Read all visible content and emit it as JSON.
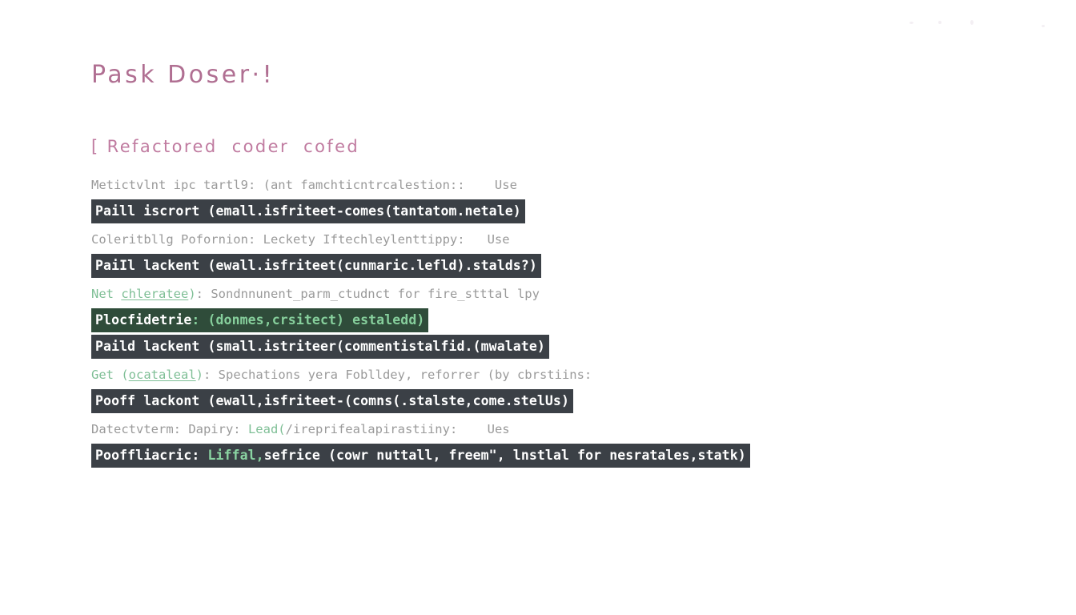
{
  "document": {
    "title": "Pask Doser·!",
    "subtitle": "[ Refactored  coder  cofed",
    "heading_color": "#b06f92",
    "bar_color": "#3b4046",
    "bar_green_color": "#2f4c3a",
    "text_gray": "#9a9a9a",
    "accent_green": "#7fbf96"
  },
  "lines": [
    {
      "id": "line-1",
      "kind": "plain",
      "segments": [
        {
          "text": "Metictvlnt ipc tartl9: (ant famchticntrcalestion::    ",
          "style": "gray"
        },
        {
          "text": "Use",
          "style": "gray"
        }
      ]
    },
    {
      "id": "line-2",
      "kind": "bar",
      "segments": [
        {
          "text": "Paill iscrort (emall.isfriteet-comes(tantatom.netale)",
          "style": "white"
        }
      ]
    },
    {
      "id": "line-3",
      "kind": "plain",
      "segments": [
        {
          "text": "Coleritbllg Pofornion: Leckety Iftechleylenttippy:   ",
          "style": "gray"
        },
        {
          "text": "Use",
          "style": "gray"
        }
      ]
    },
    {
      "id": "line-4",
      "kind": "bar",
      "segments": [
        {
          "text": "PaiIl lackent (ewall.isfriteet(cunmaric.lefld).stalds?)",
          "style": "white"
        }
      ]
    },
    {
      "id": "line-5",
      "kind": "plain",
      "segments": [
        {
          "text": "Net ",
          "style": "green"
        },
        {
          "text": "chleratee",
          "style": "green-link"
        },
        {
          "text": ")",
          "style": "green"
        },
        {
          "text": ": Sondnnunent_parm_ctudnct for fire_stttal lpy",
          "style": "gray"
        }
      ]
    },
    {
      "id": "line-6",
      "kind": "bar-green",
      "segments": [
        {
          "text": "Plocfidetrie",
          "style": "white"
        },
        {
          "text": ": (donmes,crsitect) estaledd)",
          "style": "green"
        }
      ]
    },
    {
      "id": "line-7",
      "kind": "bar",
      "segments": [
        {
          "text": "Paild lackent (small.istriteer(commentistalfid.(mwalate)",
          "style": "white"
        }
      ]
    },
    {
      "id": "line-8",
      "kind": "plain",
      "segments": [
        {
          "text": "Get (",
          "style": "green"
        },
        {
          "text": "ocataleal",
          "style": "green-link"
        },
        {
          "text": ")",
          "style": "green"
        },
        {
          "text": ": Spechations yera Foblldey, reforrer (by cbrstiins:",
          "style": "gray"
        }
      ]
    },
    {
      "id": "line-9",
      "kind": "bar",
      "segments": [
        {
          "text": "Pooff lackont (ewall,isfriteet-(comns(.stalste,come.stelUs)",
          "style": "white"
        }
      ]
    },
    {
      "id": "line-10",
      "kind": "plain",
      "segments": [
        {
          "text": "Datectvterm: Dapiry: ",
          "style": "gray"
        },
        {
          "text": "Lead(",
          "style": "green"
        },
        {
          "text": "/ireprifealapirastiiny:    ",
          "style": "gray"
        },
        {
          "text": "Ues",
          "style": "gray"
        }
      ]
    },
    {
      "id": "line-11",
      "kind": "bar",
      "segments": [
        {
          "text": "Pooffliacric: ",
          "style": "white"
        },
        {
          "text": "Liffal,",
          "style": "green"
        },
        {
          "text": "sefrice (cowr nuttall, freem\", lnstlal for nesratales,statk)",
          "style": "white"
        }
      ]
    }
  ]
}
